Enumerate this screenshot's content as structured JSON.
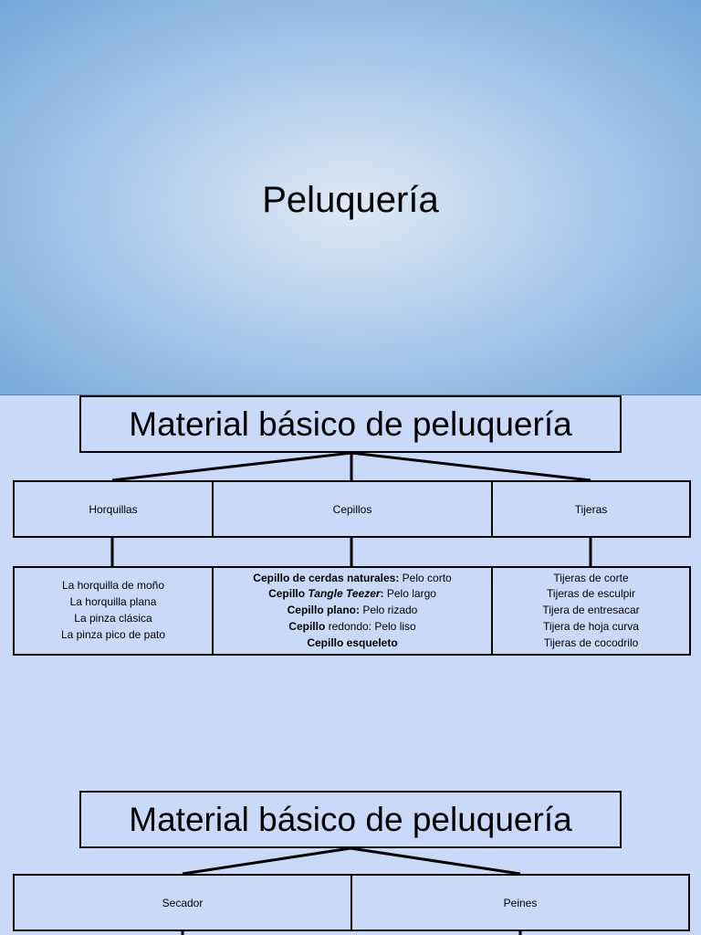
{
  "title_slide": {
    "title": "Peluquería"
  },
  "section1": {
    "header": "Material básico de peluquería",
    "categories": [
      "Horquillas",
      "Cepillos",
      "Tijeras"
    ],
    "horquillas": [
      "La horquilla de moño",
      "La horquilla plana",
      "La pinza clásica",
      "La pinza pico de pato"
    ],
    "cepillos": [
      {
        "bold": "Cepillo de cerdas naturales:",
        "rest": " Pelo corto"
      },
      {
        "bold_a": "Cepillo ",
        "bold_i": "Tangle Teezer",
        "bold_b": ":",
        "rest": " Pelo largo"
      },
      {
        "bold": "Cepillo plano:",
        "rest": " Pelo rizado"
      },
      {
        "bold": "Cepillo",
        "rest": " redondo: Pelo liso"
      },
      {
        "bold": "Cepillo esqueleto",
        "rest": ""
      }
    ],
    "tijeras": [
      "Tijeras de corte",
      "Tijeras de esculpir",
      "Tijera de entresacar",
      "Tijera de hoja curva",
      "Tijeras de cocodrilo"
    ]
  },
  "section2": {
    "header": "Material básico de peluquería",
    "categories": [
      "Secador",
      "Peines"
    ]
  }
}
